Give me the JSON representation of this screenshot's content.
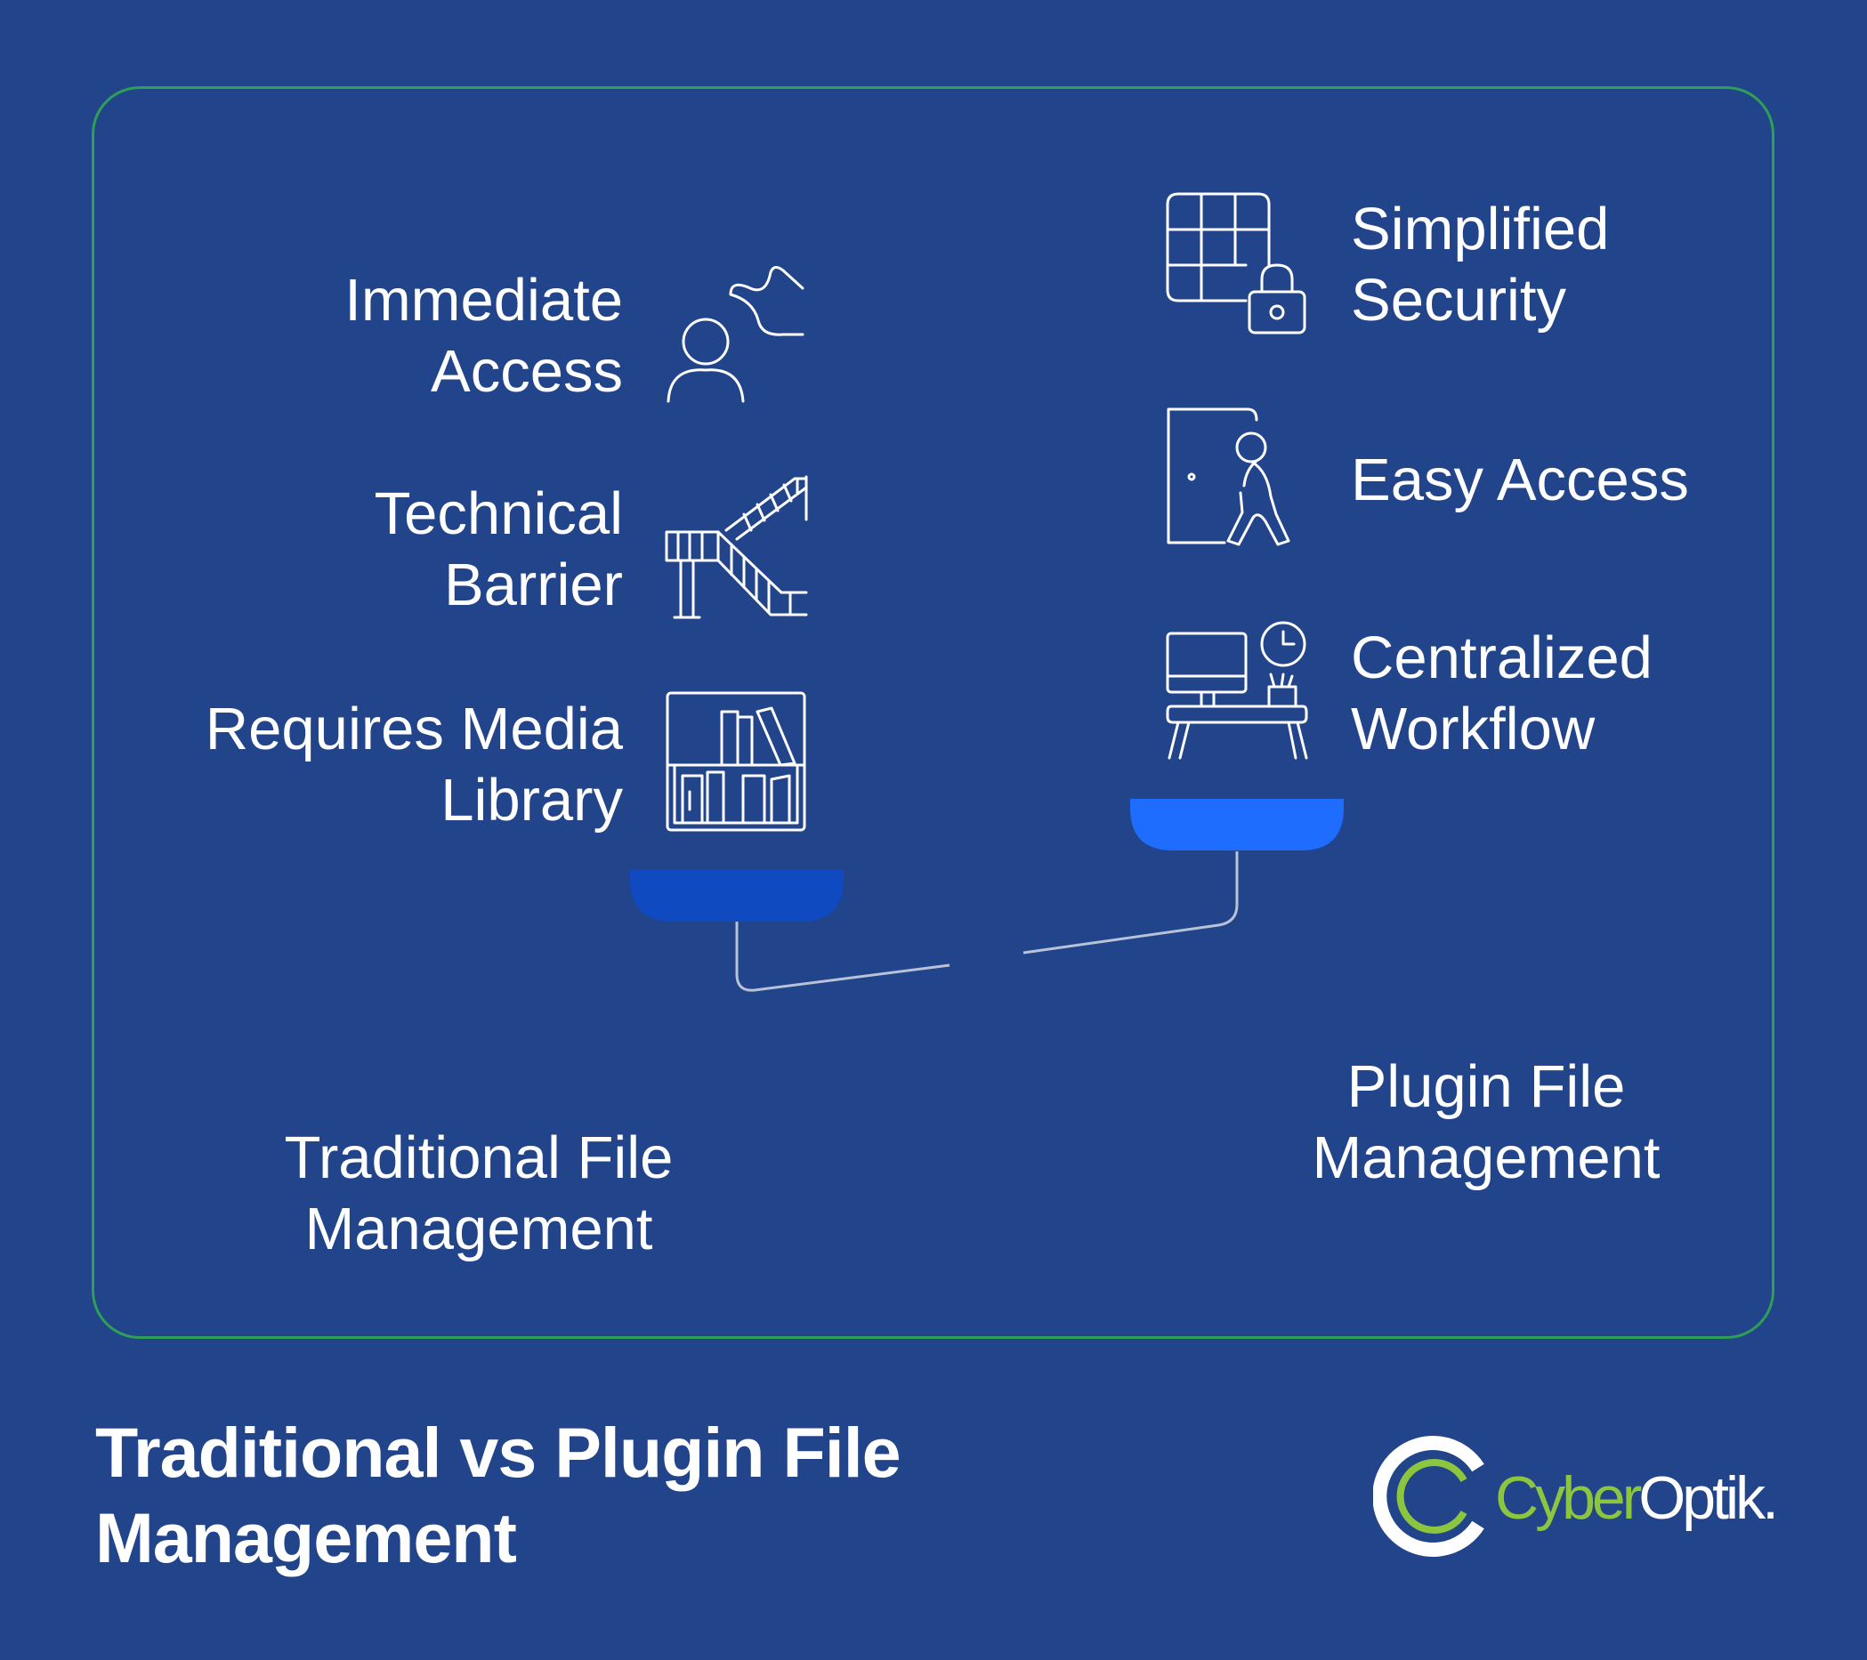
{
  "diagram": {
    "traditional": {
      "label": [
        "Traditional File",
        "Management"
      ],
      "items": [
        {
          "lines": [
            "Immediate",
            "Access"
          ],
          "icon": "person-path-icon"
        },
        {
          "lines": [
            "Technical",
            "Barrier"
          ],
          "icon": "stairs-barrier-icon"
        },
        {
          "lines": [
            "Requires Media",
            "Library"
          ],
          "icon": "bookshelf-icon"
        }
      ]
    },
    "plugin": {
      "label": [
        "Plugin File",
        "Management"
      ],
      "items": [
        {
          "lines": [
            "Simplified",
            "Security"
          ],
          "icon": "grid-lock-icon"
        },
        {
          "lines": [
            "Easy Access"
          ],
          "icon": "person-door-icon"
        },
        {
          "lines": [
            "Centralized",
            "Workflow"
          ],
          "icon": "desk-computer-clock-icon"
        }
      ]
    },
    "colors": {
      "background": "#21448b",
      "frame_border": "#2f9e57",
      "left_pan": "#0f4ac0",
      "right_pan": "#1f6dff",
      "connector": "#b9c2d6"
    }
  },
  "footer": {
    "title": [
      "Traditional vs Plugin File",
      "Management"
    ],
    "logo": {
      "part1": "Cyber",
      "part2": "Optik.",
      "accent": "#8cc63f"
    }
  }
}
